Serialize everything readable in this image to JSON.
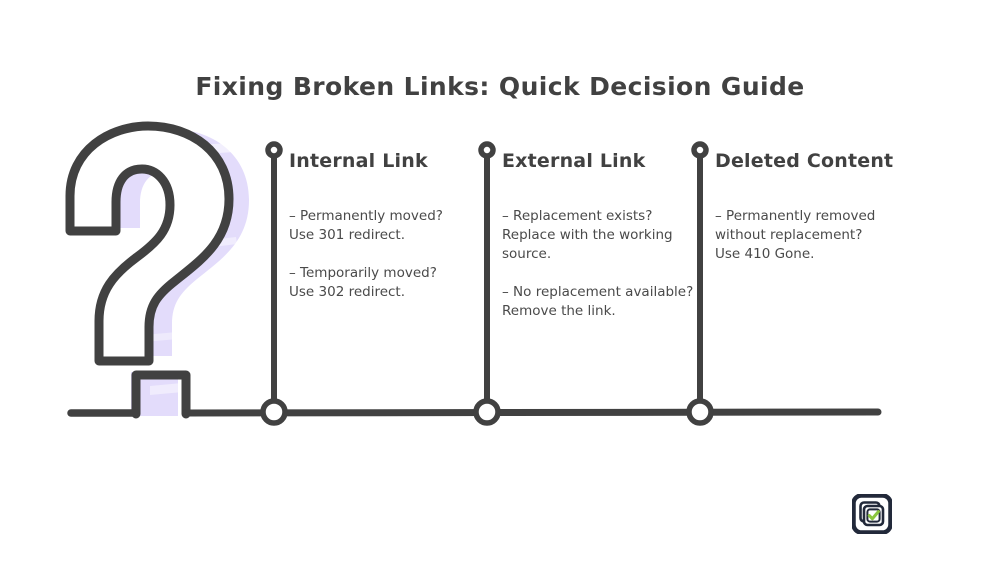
{
  "page": {
    "title": "Fixing Broken Links: Quick Decision Guide",
    "background_color": "#ffffff",
    "ink_color": "#414141",
    "body_text_color": "#4a4a4a",
    "accent_color": "#e3dcfb",
    "logo_navy": "#22293a",
    "logo_green": "#8cc63f"
  },
  "decorations": {
    "question_mark_icon": "question-mark",
    "baseline_icon": "horizontal-baseline",
    "pin_icon": "pin-marker",
    "node_icon": "node-circle"
  },
  "columns": [
    {
      "heading": "Internal Link",
      "bullets": [
        "– Permanently moved? Use 301 redirect.",
        "– Temporarily moved? Use 302 redirect."
      ]
    },
    {
      "heading": "External Link",
      "bullets": [
        "– Replacement exists? Replace with the working source.",
        "– No replacement available? Remove the link."
      ]
    },
    {
      "heading": "Deleted Content",
      "bullets": [
        "– Permanently removed without replacement? Use 410 Gone."
      ]
    }
  ],
  "logo": {
    "name": "checklist-logo",
    "check_icon": "check-mark-icon",
    "card_icon": "stacked-cards-icon"
  }
}
